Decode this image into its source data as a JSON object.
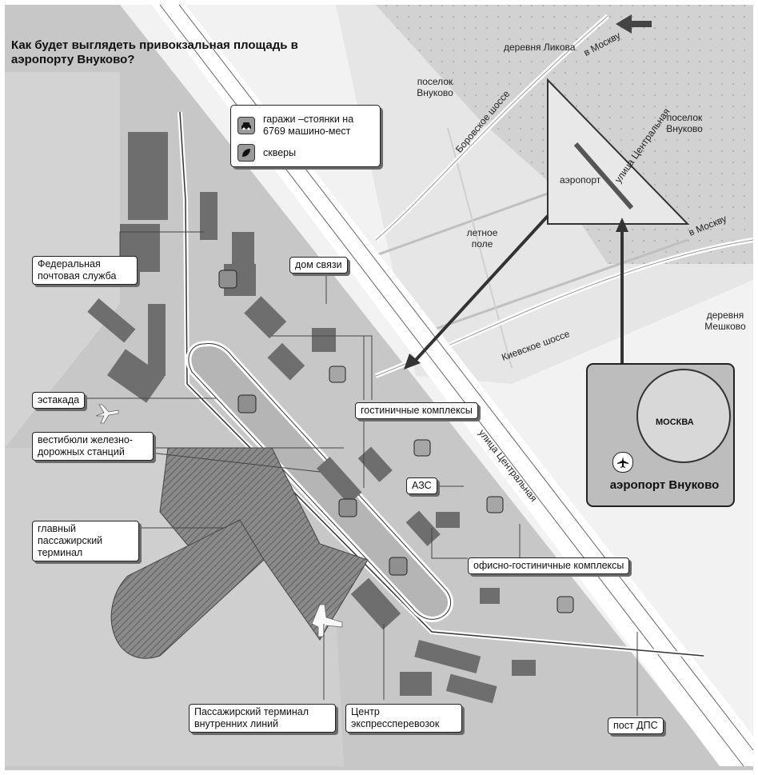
{
  "title": "Как будет выглядеть привокзальная площадь в аэропорту Внуково?",
  "legend": {
    "parking_label": "гаражи –стоянки на 6769 машино-мест",
    "parking_icon": "car-icon",
    "park_label": "скверы",
    "park_icon": "leaf-icon"
  },
  "callouts": {
    "post": "Федеральная почтовая служба",
    "comm_house": "дом связи",
    "overpass": "эстакада",
    "rail_lobbies": "вестибюли железно-дорожных станций",
    "hotels": "гостиничные комплексы",
    "gas": "АЗС",
    "main_terminal": "главный пассажирский терминал",
    "office_hotels": "офисно-гостиничные  комплексы",
    "domestic_terminal": "Пассажирский терминал внутренних линий",
    "express": "Центр экспрессперевозок",
    "traffic_post": "пост ДПС"
  },
  "map_labels": {
    "likova": "деревня Ликова",
    "to_moscow_top": "в Москву",
    "vnukovo_settlement": "поселок Внуково",
    "borovskoe": "Боровское шоссе",
    "central_street_top": "улица Центральная",
    "vnukovo_settlement_right": "поселок Внуково",
    "airport": "аэропорт",
    "summer_field": "летное поле",
    "to_moscow_right": "в Москву",
    "meshkovo": "деревня Мешково",
    "kievskoe": "Киевское шоссе",
    "central_street_bottom": "улица Центральная"
  },
  "inset": {
    "city": "МОСКВА",
    "airport": "аэропорт Внуково",
    "plane_icon": "plane-icon"
  },
  "colors": {
    "ground": "#c7c7c7",
    "field": "#f4f4f4",
    "building": "#6e6e6e",
    "road": "#ffffff",
    "apron": "#8c8c8c"
  }
}
